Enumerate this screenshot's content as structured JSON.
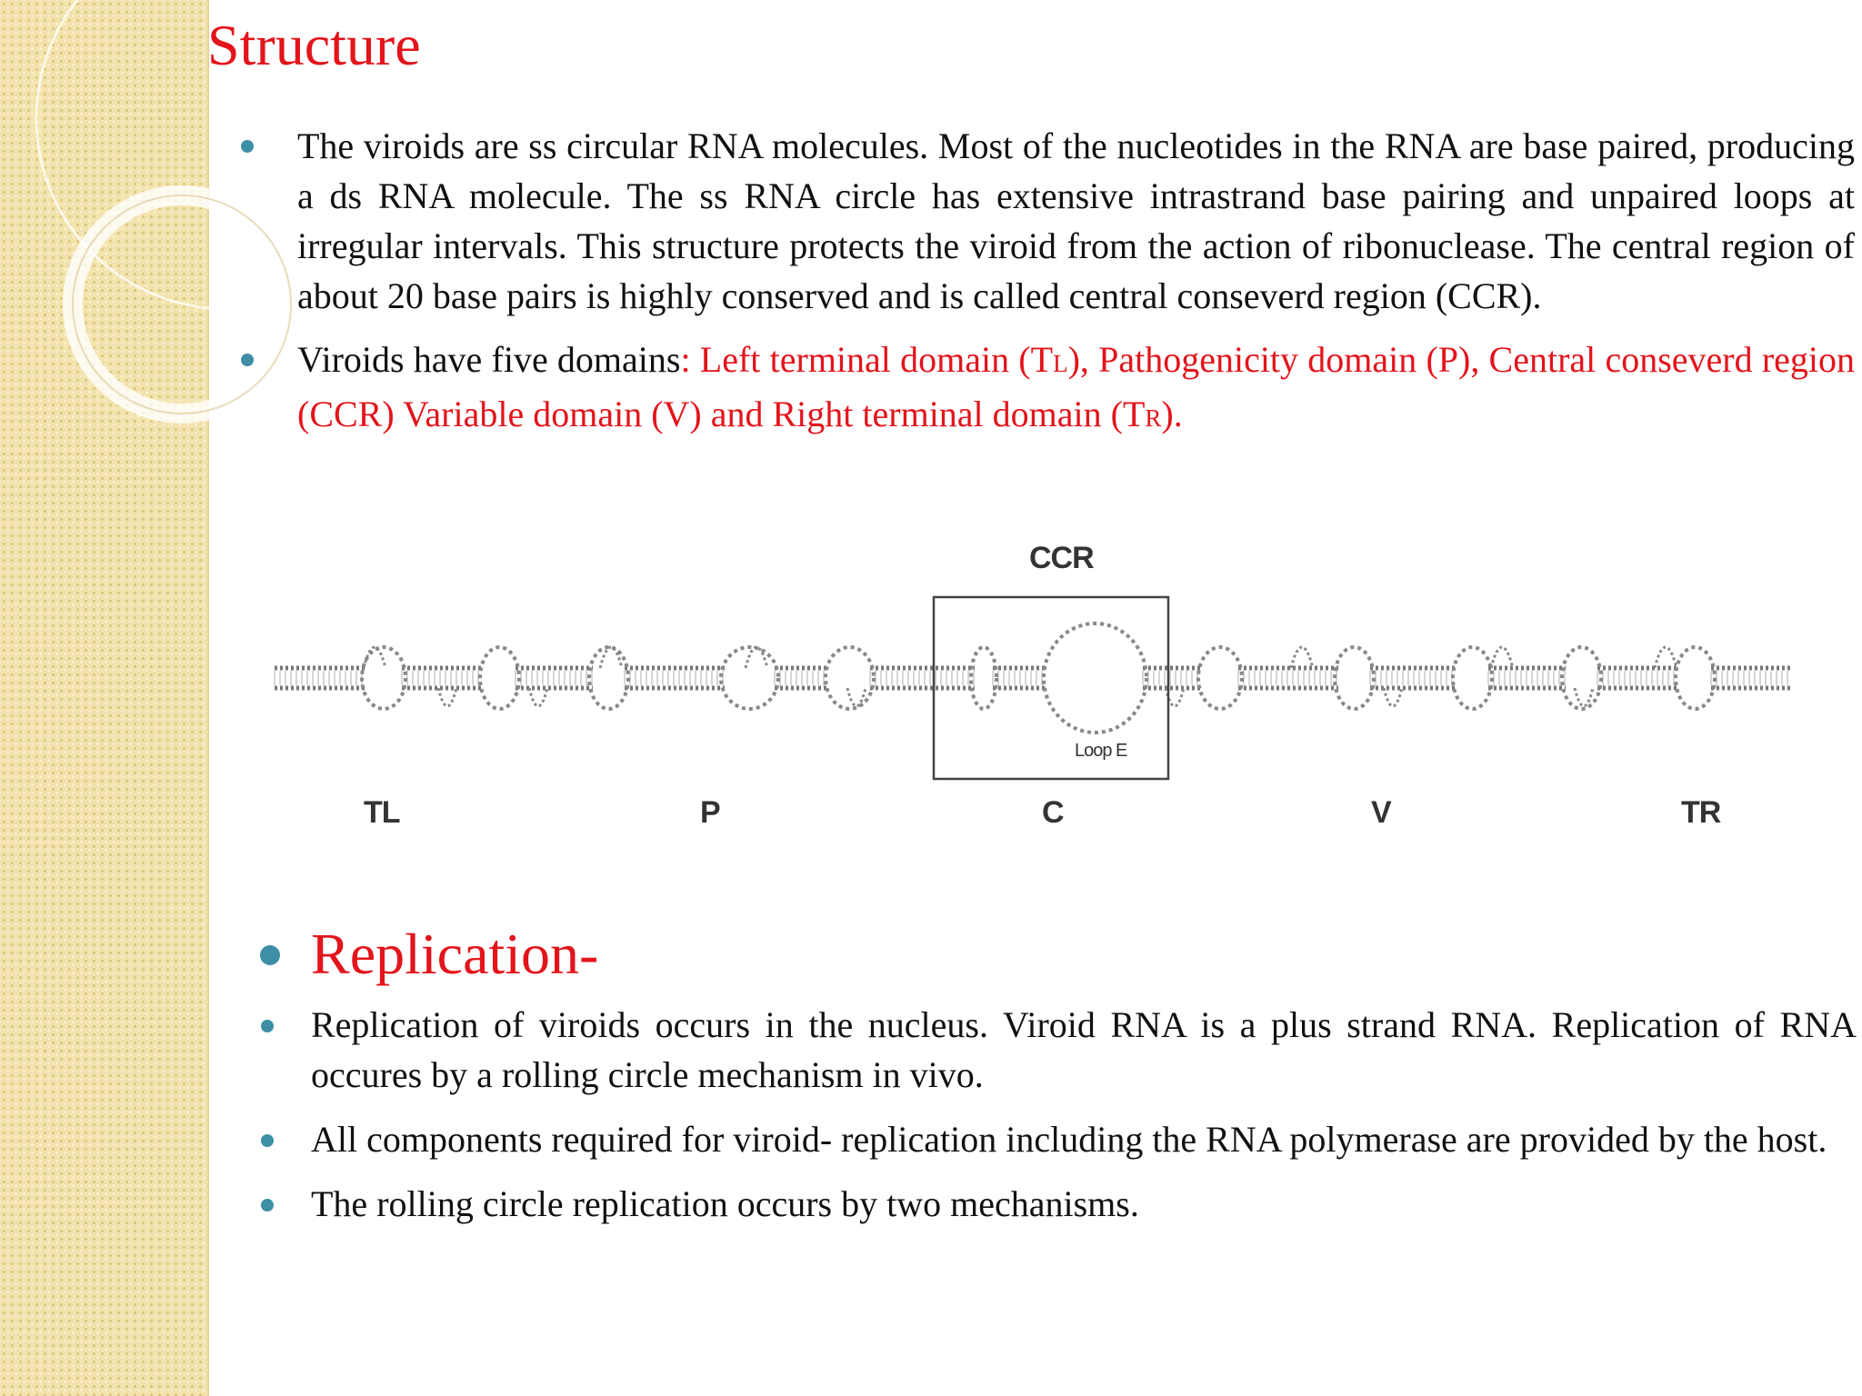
{
  "slide": {
    "title": "Structure",
    "structure_bullets": [
      {
        "text": "The viroids are ss circular RNA molecules. Most of the nucleotides in the RNA are base paired, producing a ds RNA molecule. The ss RNA circle has extensive intrastrand base pairing  and unpaired loops at irregular intervals. This structure protects the viroid from the action of ribonuclease. The central region of about 20 base pairs is highly conserved and is called central conseverd region (CCR)."
      },
      {
        "lead": "Viroids have five domains",
        "colon": ":",
        "red_1": " Left terminal domain (T",
        "sub_1": "L",
        "red_2": "), Pathogenicity domain (P), Central conseverd region (CCR) Variable domain (V) and Right terminal domain (T",
        "sub_2": "R",
        "red_3": ")."
      }
    ],
    "replication_heading": "Replication-",
    "replication_bullets": [
      "Replication of viroids occurs in the nucleus. Viroid RNA  is a plus strand RNA. Replication of RNA occures by a rolling circle mechanism  in vivo.",
      "All components required for viroid- replication including the RNA  polymerase  are provided by the host.",
      "The rolling circle replication occurs by two mechanisms."
    ]
  },
  "figure": {
    "ccr_label": "CCR",
    "loop_label": "Loop E",
    "domain_labels": [
      "TL",
      "P",
      "C",
      "V",
      "TR"
    ]
  },
  "colors": {
    "accent_red": "#e3141b",
    "bullet_teal": "#3e8ea6",
    "band_gold": "#f3e3ad"
  }
}
